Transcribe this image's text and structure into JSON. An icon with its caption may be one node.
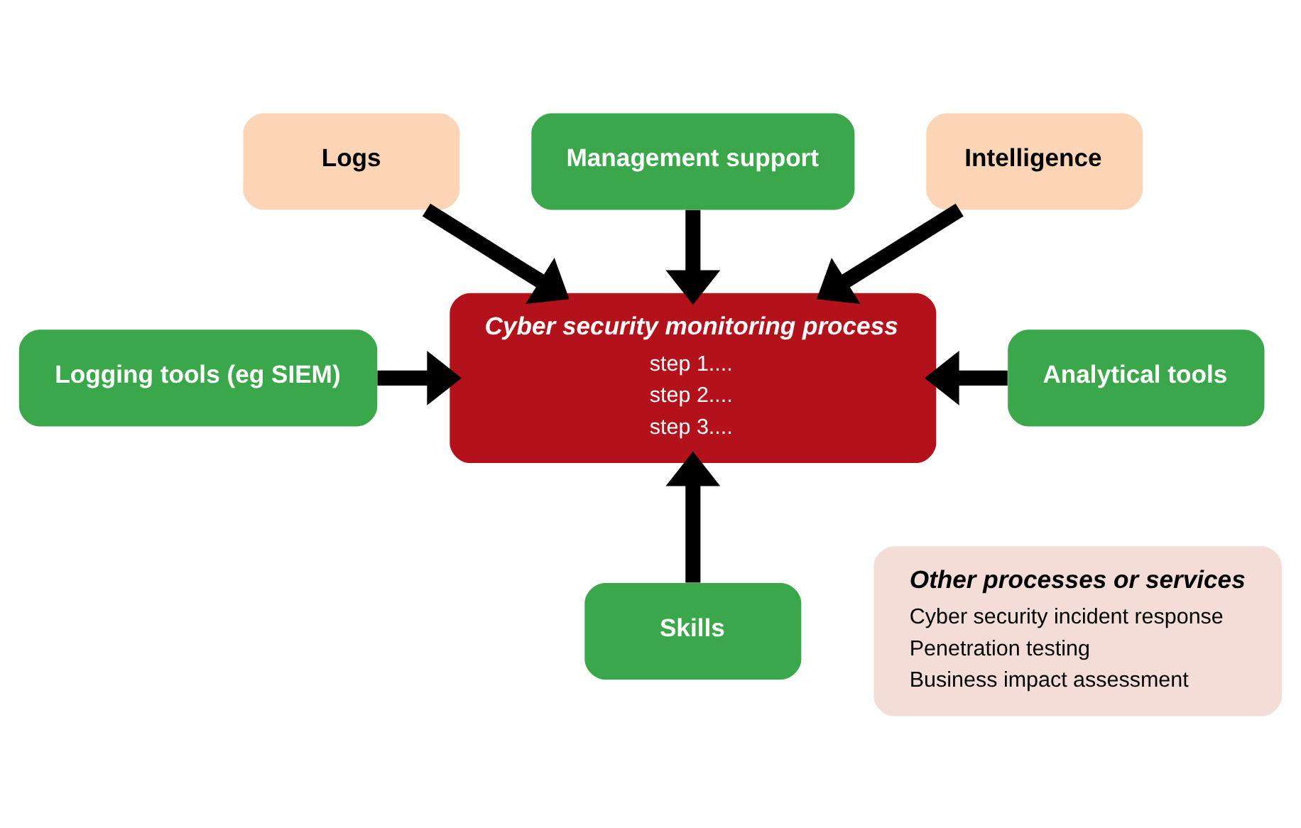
{
  "diagram": {
    "nodes": [
      {
        "text": [
          "Logs"
        ]
      },
      {
        "text": [
          "Management support"
        ]
      },
      {
        "text": [
          "Intelligence"
        ]
      },
      {
        "text": [
          "Logging tools (eg SIEM)"
        ]
      },
      {
        "text": [
          "Cyber security monitoring process",
          "step 1....",
          "step 2....",
          "step 3...."
        ]
      },
      {
        "text": [
          "Analytical tools"
        ]
      },
      {
        "text": [
          "Skills"
        ]
      },
      {
        "text": [
          "Other processes or services",
          "Cyber security incident response",
          "Penetration testing",
          "Business impact assessment"
        ]
      }
    ],
    "edges": [
      {
        "from": 0,
        "to": 4,
        "arrow": "to"
      },
      {
        "from": 1,
        "to": 4,
        "arrow": "to"
      },
      {
        "from": 2,
        "to": 4,
        "arrow": "to"
      },
      {
        "from": 3,
        "to": 4,
        "arrow": "to"
      },
      {
        "from": 5,
        "to": 4,
        "arrow": "to"
      },
      {
        "from": 6,
        "to": 4,
        "arrow": "to"
      }
    ]
  }
}
